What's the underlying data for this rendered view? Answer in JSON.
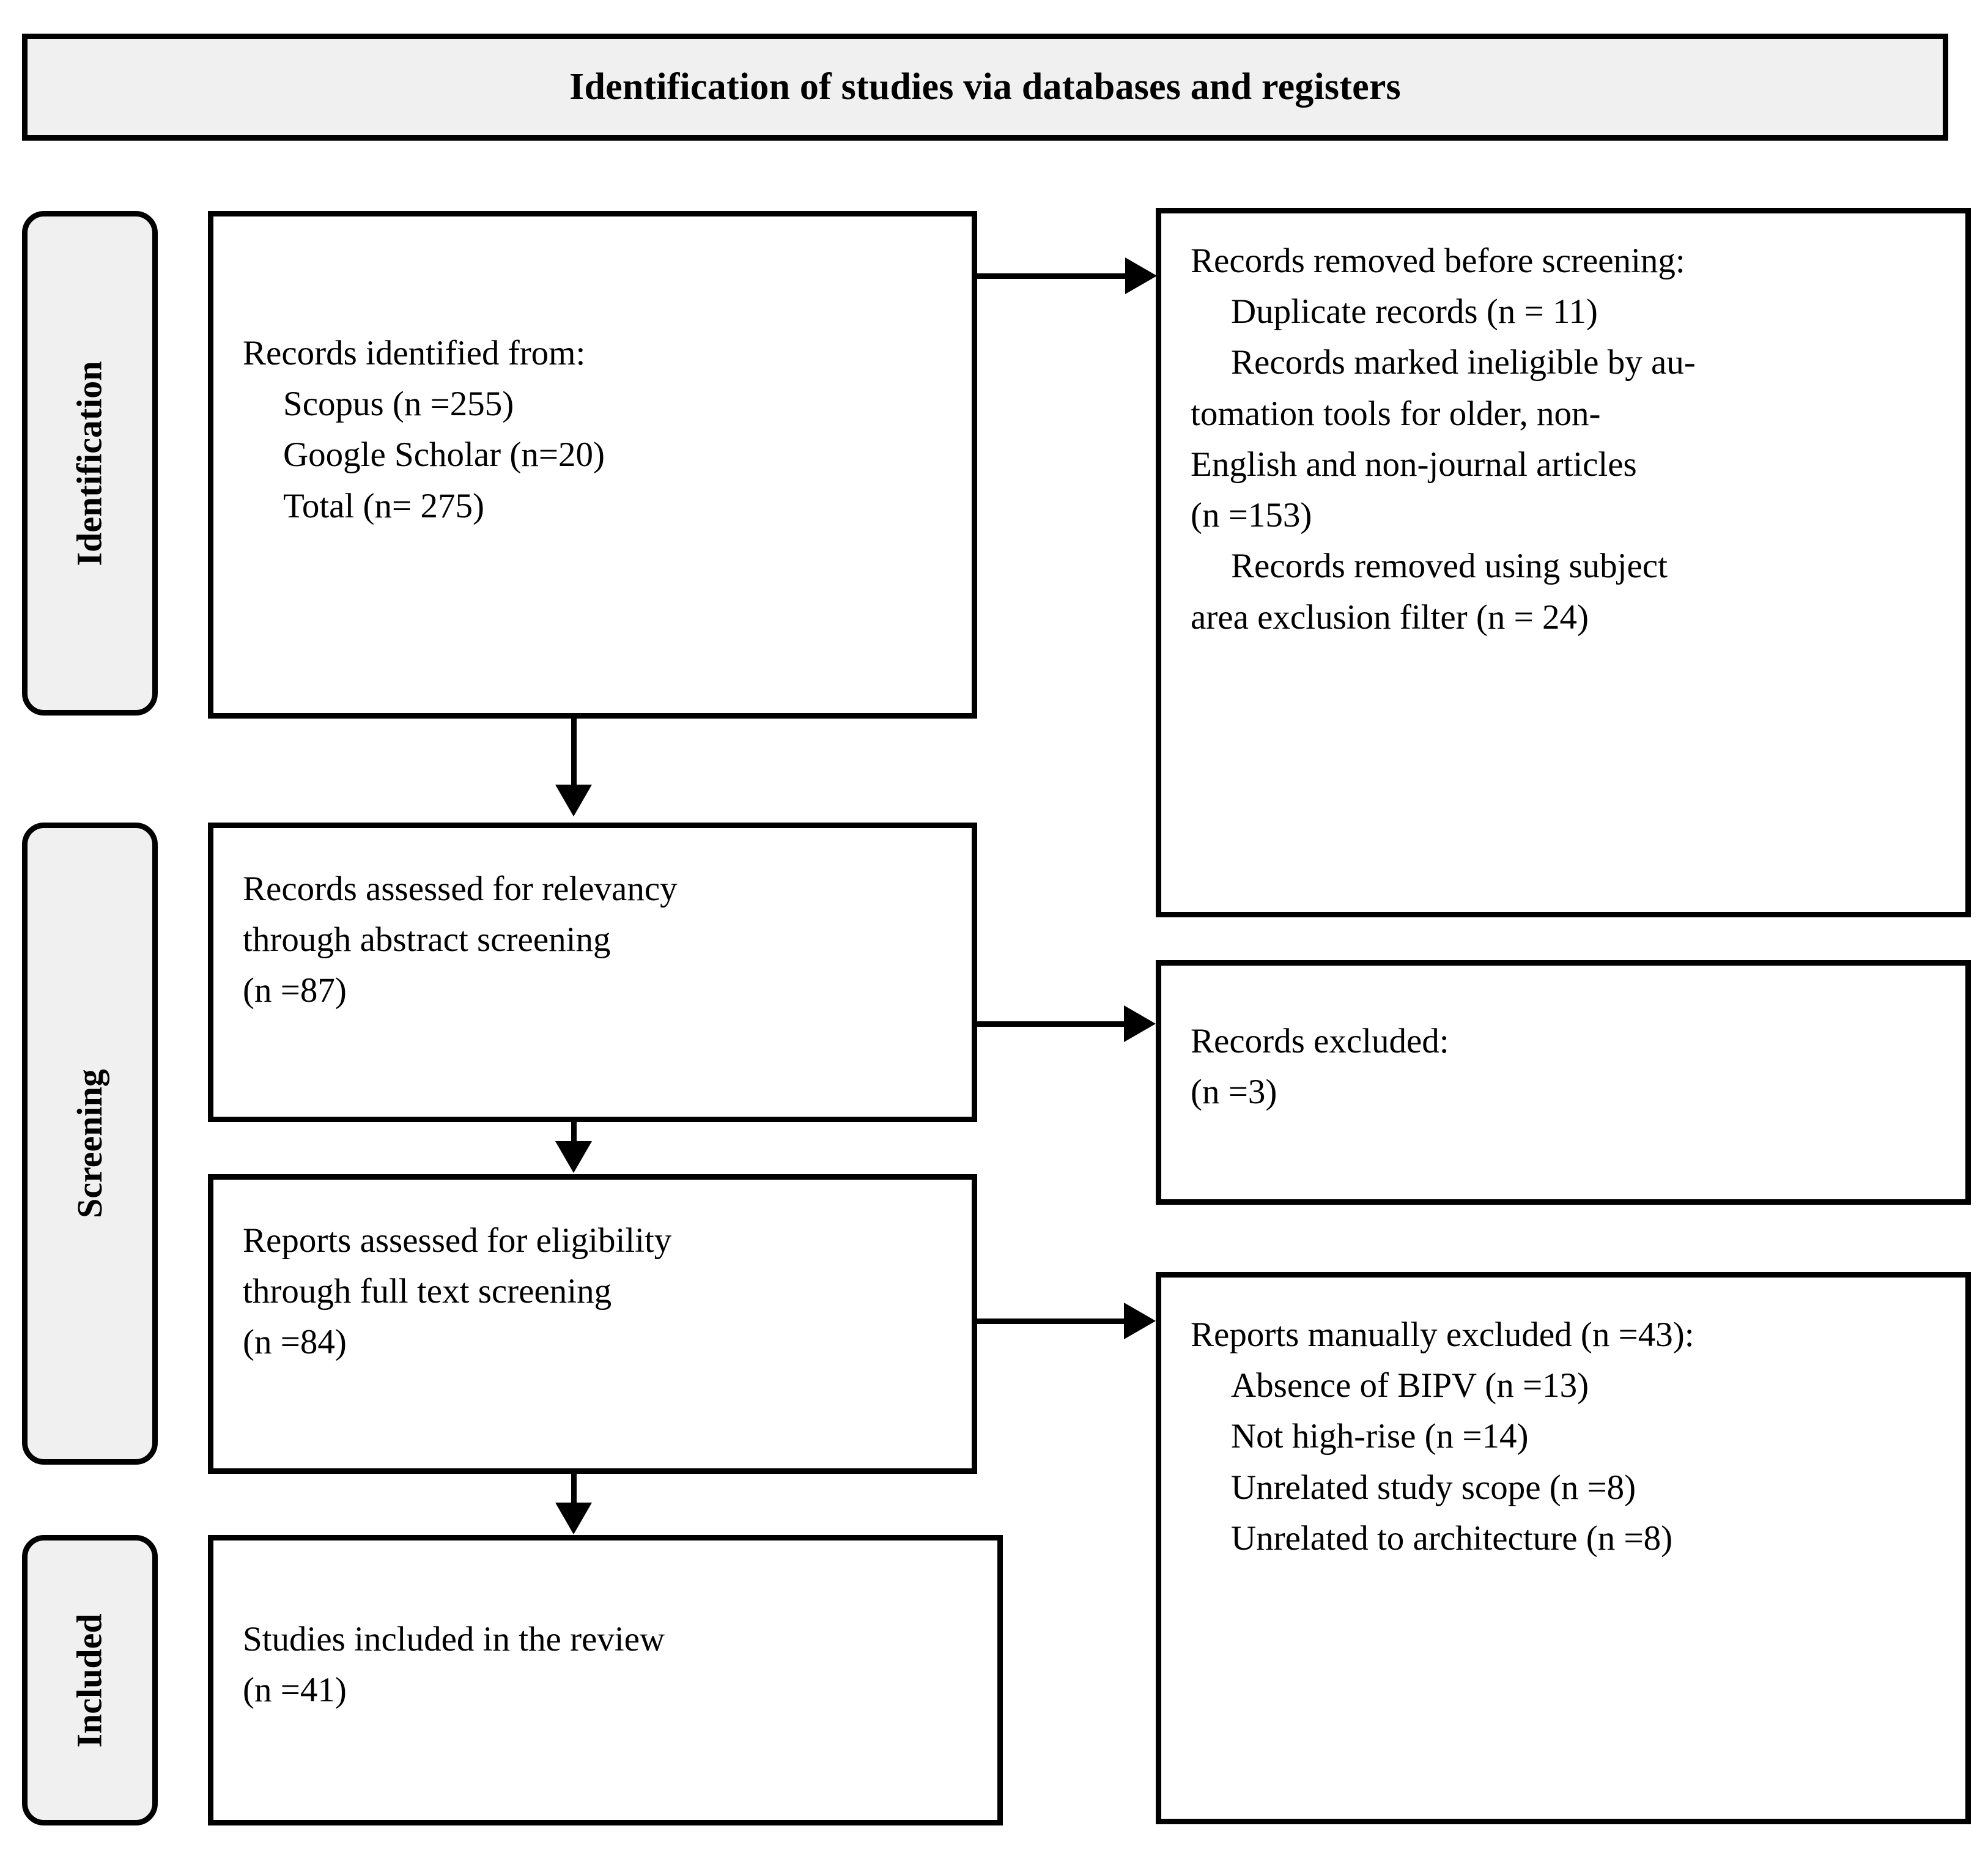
{
  "diagram": {
    "title": "Identification of studies via databases and registers",
    "type": "prisma-flow-diagram"
  },
  "stages": [
    {
      "key": "identification",
      "label": "Identification"
    },
    {
      "key": "screening",
      "label": "Screening"
    },
    {
      "key": "included",
      "label": "Included"
    }
  ],
  "boxes": {
    "identified": {
      "heading": "Records identified from:",
      "items": [
        "Scopus (n =255)",
        "Google Scholar (n=20)"
      ],
      "total": "Total (n= 275)"
    },
    "removed": {
      "heading": "Records removed before screening:",
      "items": [
        "Duplicate records (n = 11)",
        "Records marked ineligible by au-tomation tools for older, non-English and non-journal articles (n =153)",
        "Records removed using subject area exclusion filter (n = 24)"
      ],
      "item_lines": [
        [
          "Duplicate records (n = 11)"
        ],
        [
          "Records marked ineligible by au-",
          "tomation tools for older, non-",
          "English and non-journal articles",
          "(n =153)"
        ],
        [
          "Records removed using subject",
          "area exclusion filter (n = 24)"
        ]
      ]
    },
    "relevancy": {
      "lines": [
        "Records assessed for relevancy",
        "through abstract screening",
        "(n =87)"
      ],
      "count": "87"
    },
    "excluded": {
      "lines": [
        "Records excluded:",
        "(n =3)"
      ],
      "count": "3"
    },
    "eligibility": {
      "lines": [
        "Reports assessed for eligibility",
        "through full text screening",
        "(n =84)"
      ],
      "count": "84"
    },
    "manually_excluded": {
      "heading": "Reports manually excluded (n =43):",
      "items": [
        "Absence of BIPV (n =13)",
        "Not high-rise (n =14)",
        "Unrelated study scope (n =8)",
        "Unrelated to architecture (n =8)"
      ],
      "total": "43"
    },
    "included": {
      "lines": [
        "Studies included in the review",
        "(n =41)"
      ],
      "count": "41"
    }
  },
  "colors": {
    "stroke": "#000000",
    "banner_fill": "#f0f0f0",
    "box_fill": "#ffffff",
    "text": "#000000"
  }
}
